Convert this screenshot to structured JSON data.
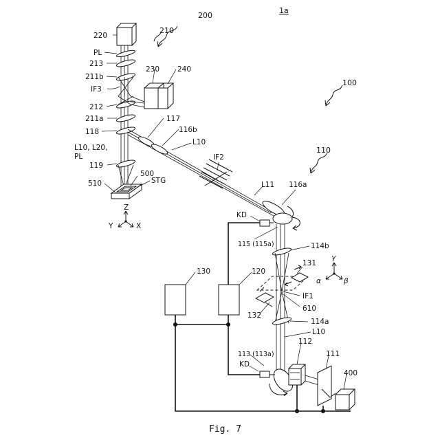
{
  "figure": {
    "caption": "Fig. 7",
    "system_ref": "1a"
  },
  "labels": {
    "unit_200": "200",
    "unit_210": "210",
    "unit_100": "100",
    "unit_110": "110",
    "detector_220": "220",
    "pl_top": "PL",
    "lens_213": "213",
    "lens_211b": "211b",
    "if3": "IF3",
    "lens_212": "212",
    "lens_211a": "211a",
    "mirror_118": "118",
    "beams_l10_l20": "L10, L20,",
    "beams_pl": "PL",
    "lens_119": "119",
    "stage_510": "510",
    "sample_500": "500",
    "stg": "STG",
    "box_230": "230",
    "box_240": "240",
    "mirror_117": "117",
    "lens_116b": "116b",
    "beam_l10_upper": "L10",
    "if2": "IF2",
    "beam_l11": "L11",
    "mirror_116a": "116a",
    "kd_upper": "KD",
    "mirror_115": "115 (115a)",
    "lens_114b": "114b",
    "element_131": "131",
    "if1": "IF1",
    "point_610": "610",
    "element_132": "132",
    "lens_114a": "114a",
    "beam_l10_lower": "L10",
    "box_130": "130",
    "box_120": "120",
    "mirror_113": "113 (113a)",
    "kd_lower": "KD",
    "element_112": "112",
    "element_111": "111",
    "source_400": "400"
  },
  "axes_upper": {
    "z": "Z",
    "y": "Y",
    "x": "X"
  },
  "axes_lower": {
    "gamma": "γ",
    "alpha": "α",
    "beta": "β"
  }
}
